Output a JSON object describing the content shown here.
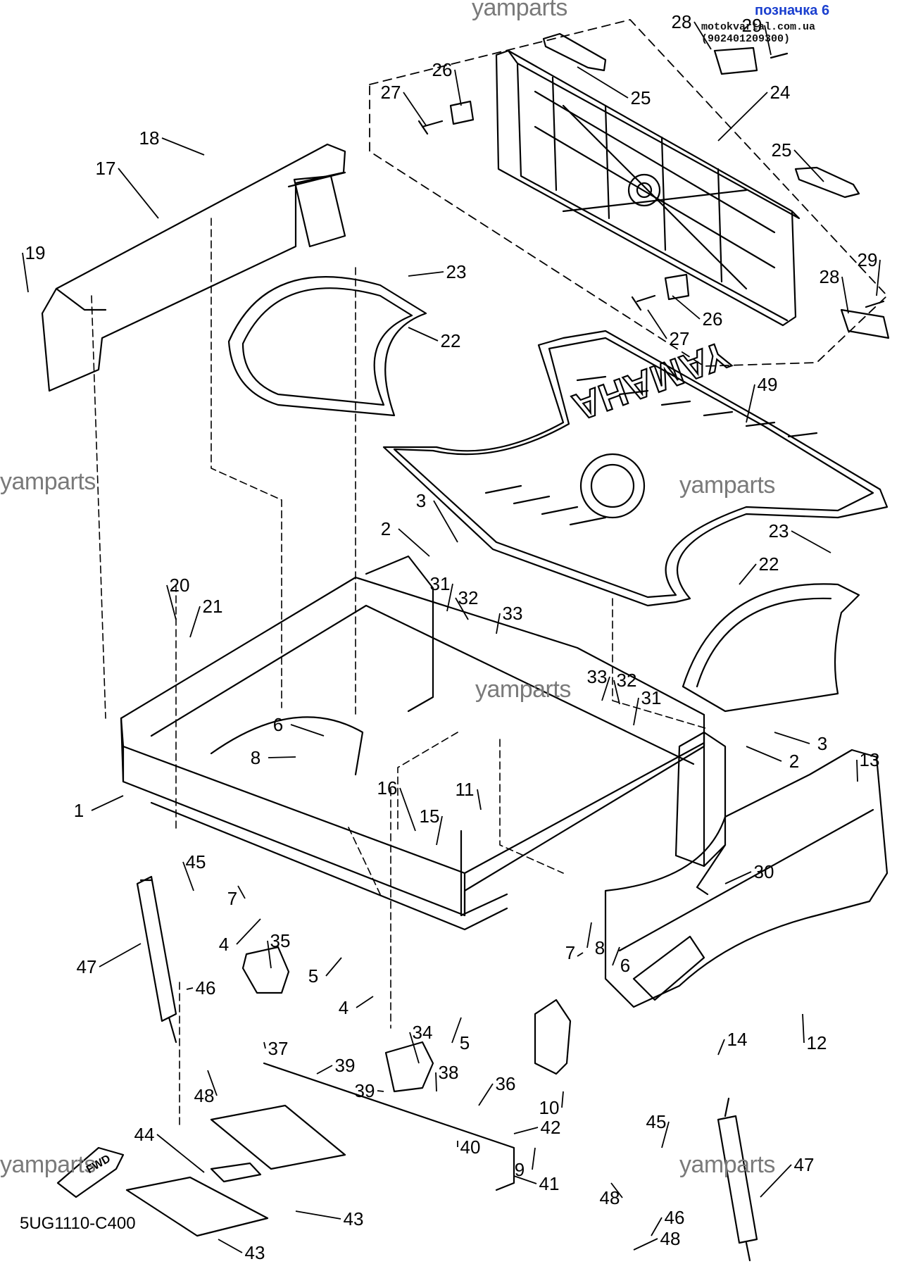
{
  "header": {
    "title": "позначка 6",
    "site": "motokvartal.com.ua (902401209300)"
  },
  "diagram_code": "5UG1110-C400",
  "fwd_label": "FWD",
  "watermarks": [
    "yamparts",
    "yamparts",
    "yamparts",
    "yamparts",
    "yamparts",
    "yamparts"
  ],
  "mat_brand": "YAMAHA",
  "callouts": [
    "1",
    "2",
    "3",
    "4",
    "5",
    "6",
    "7",
    "8",
    "9",
    "10",
    "11",
    "12",
    "13",
    "14",
    "15",
    "16",
    "17",
    "18",
    "19",
    "20",
    "21",
    "22",
    "23",
    "24",
    "25",
    "26",
    "27",
    "28",
    "29",
    "30",
    "31",
    "32",
    "33",
    "34",
    "35",
    "36",
    "37",
    "38",
    "39",
    "40",
    "41",
    "42",
    "43",
    "44",
    "45",
    "46",
    "47",
    "48",
    "49"
  ],
  "colors": {
    "line": "#000000",
    "watermark": "#7a7a7a",
    "title": "#1a3fcf"
  }
}
